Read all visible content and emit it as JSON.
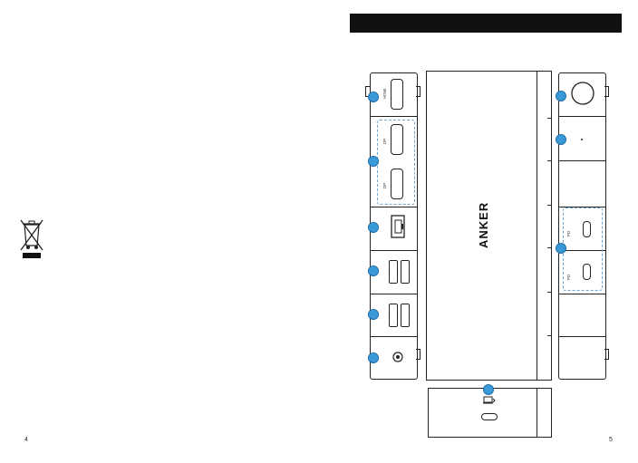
{
  "page": {
    "left_page_number": "4",
    "right_page_number": "5",
    "header_title": ""
  },
  "left_page": {
    "weee_icon": "crossed-out-wheelie-bin-icon"
  },
  "device": {
    "brand": "ANKER",
    "left_panel_ports": [
      {
        "label": "HDMI",
        "icon": "hdmi-port-icon"
      },
      {
        "label": "DP",
        "icon": "displayport-icon"
      },
      {
        "label": "DP",
        "icon": "displayport-icon"
      },
      {
        "label": "",
        "icon": "ethernet-port-icon"
      },
      {
        "label": "",
        "icon": "usb-a-dual-icon"
      },
      {
        "label": "",
        "icon": "usb-a-dual-icon"
      },
      {
        "label": "",
        "icon": "audio-jack-icon"
      }
    ],
    "right_panel_ports": [
      {
        "label": "",
        "icon": "power-button-icon"
      },
      {
        "label": "",
        "icon": "led-indicator-icon"
      },
      {
        "label": "",
        "icon": "blank"
      },
      {
        "label": "PD",
        "icon": "usb-c-port-icon"
      },
      {
        "label": "PD",
        "icon": "usb-c-port-icon"
      },
      {
        "label": "",
        "icon": "blank"
      },
      {
        "label": "",
        "icon": "blank"
      }
    ],
    "bottom_panel": {
      "icon": "usb-c-laptop-port-icon"
    }
  },
  "colors": {
    "callout_blue": "#3a9ad9",
    "header_black": "#111111"
  }
}
